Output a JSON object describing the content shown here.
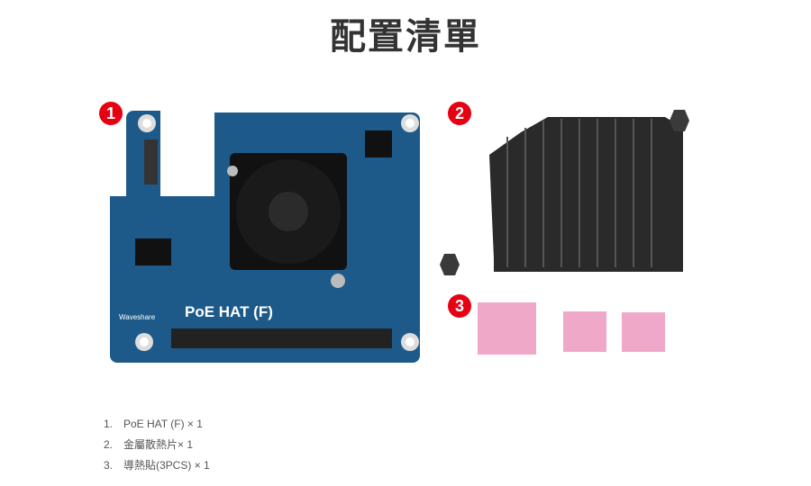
{
  "title": "配置清單",
  "badges": [
    "1",
    "2",
    "3"
  ],
  "board": {
    "label": "PoE HAT (F)",
    "brand": "Waveshare"
  },
  "items": [
    {
      "num": "1.",
      "text": "PoE HAT (F) × 1"
    },
    {
      "num": "2.",
      "text": "金屬散熱片× 1"
    },
    {
      "num": "3.",
      "text": "導熱貼(3PCS) × 1"
    }
  ],
  "colors": {
    "board": "#1d5a8a",
    "badge": "#e60012",
    "pad": "#f0a8c8",
    "heatsink": "#2a2a2a"
  }
}
